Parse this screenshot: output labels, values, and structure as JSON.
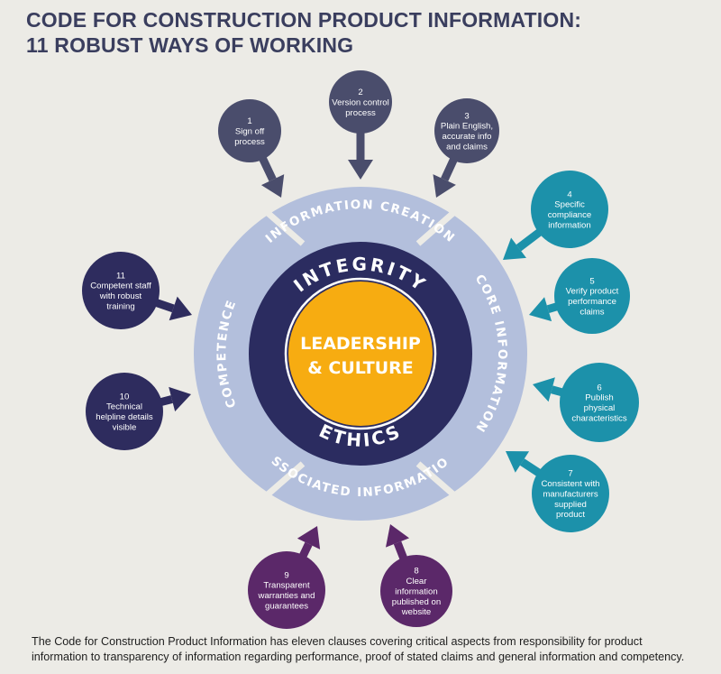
{
  "title": {
    "line1": "CODE FOR CONSTRUCTION PRODUCT INFORMATION:",
    "line2": "11 ROBUST WAYS OF WORKING"
  },
  "center": {
    "line1": "LEADERSHIP",
    "line2": "& CULTURE"
  },
  "inner_ring": {
    "top": "INTEGRITY",
    "bottom": "ETHICS"
  },
  "outer_ring": {
    "top": "INFORMATION CREATION",
    "right": "CORE INFORMATION",
    "bottom": "ASSOCIATED INFORMATION",
    "left": "COMPETENCE"
  },
  "colors": {
    "background": "#ecebe6",
    "outer_ring": "#b3bfdc",
    "inner_ring": "#2b2c60",
    "center": "#f7ac11",
    "creation_nodes": "#4a4d6c",
    "core_nodes": "#1c91aa",
    "associated_nodes": "#5b2869",
    "competence_nodes": "#2e2c5e",
    "title": "#3a3e5e"
  },
  "nodes": [
    {
      "number": "1",
      "lines": [
        "Sign off",
        "process"
      ],
      "group": "creation"
    },
    {
      "number": "2",
      "lines": [
        "Version control",
        "process"
      ],
      "group": "creation"
    },
    {
      "number": "3",
      "lines": [
        "Plain English,",
        "accurate info",
        "and claims"
      ],
      "group": "creation"
    },
    {
      "number": "4",
      "lines": [
        "Specific",
        "compliance",
        "information"
      ],
      "group": "core"
    },
    {
      "number": "5",
      "lines": [
        "Verify product",
        "performance",
        "claims"
      ],
      "group": "core"
    },
    {
      "number": "6",
      "lines": [
        "Publish",
        "physical",
        "characteristics"
      ],
      "group": "core"
    },
    {
      "number": "7",
      "lines": [
        "Consistent with",
        "manufacturers",
        "supplied",
        "product"
      ],
      "group": "core"
    },
    {
      "number": "8",
      "lines": [
        "Clear",
        "information",
        "published on",
        "website"
      ],
      "group": "associated"
    },
    {
      "number": "9",
      "lines": [
        "Transparent",
        "warranties and",
        "guarantees"
      ],
      "group": "associated"
    },
    {
      "number": "10",
      "lines": [
        "Technical",
        "helpline details",
        "visible"
      ],
      "group": "competence"
    },
    {
      "number": "11",
      "lines": [
        "Competent staff",
        "with robust",
        "training"
      ],
      "group": "competence"
    }
  ],
  "footer": {
    "line1": "The Code for Construction Product Information has eleven clauses covering critical aspects from responsibility for product",
    "line2": "information to transparency of information regarding performance, proof of stated claims and general information and competency."
  }
}
